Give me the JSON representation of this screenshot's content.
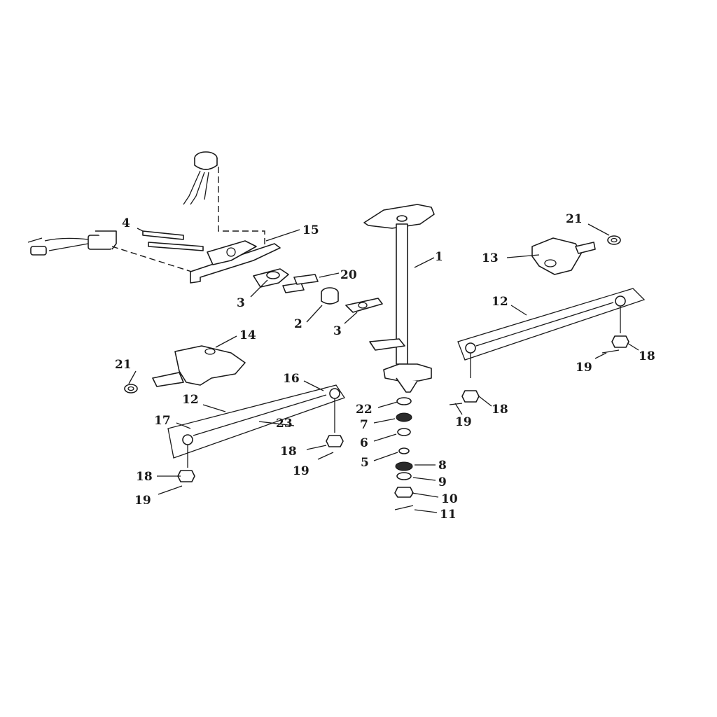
{
  "callouts": {
    "c1": "1",
    "c2": "2",
    "c3a": "3",
    "c3b": "3",
    "c4": "4",
    "c5": "5",
    "c6": "6",
    "c7": "7",
    "c8": "8",
    "c9": "9",
    "c10": "10",
    "c11": "11",
    "c12a": "12",
    "c12b": "12",
    "c13": "13",
    "c14": "14",
    "c15": "15",
    "c16": "16",
    "c17": "17",
    "c18a": "18",
    "c18b": "18",
    "c18c": "18",
    "c18d": "18",
    "c19a": "19",
    "c19b": "19",
    "c19c": "19",
    "c19d": "19",
    "c20": "20",
    "c21a": "21",
    "c21b": "21",
    "c22": "22",
    "c23": "23"
  }
}
